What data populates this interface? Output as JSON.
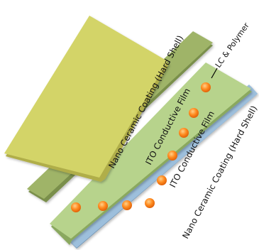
{
  "diagram": {
    "layers": [
      {
        "id": "bottom-coating",
        "label": "Nano Ceramic Coating (Hard Shell)",
        "color": "#9dbfdc"
      },
      {
        "id": "bottom-ito",
        "label": "ITO Conductive Film",
        "color": "#b7d38c"
      },
      {
        "id": "top-ito",
        "label": "ITO Conductive Film",
        "color": "#9fb468"
      },
      {
        "id": "top-coating",
        "label": "Nano Ceramic Coating (Hard Shell)",
        "color": "#d3d468"
      }
    ],
    "callout": {
      "label": "LC & Polymer"
    },
    "particle_color": "#ff8a1e"
  }
}
